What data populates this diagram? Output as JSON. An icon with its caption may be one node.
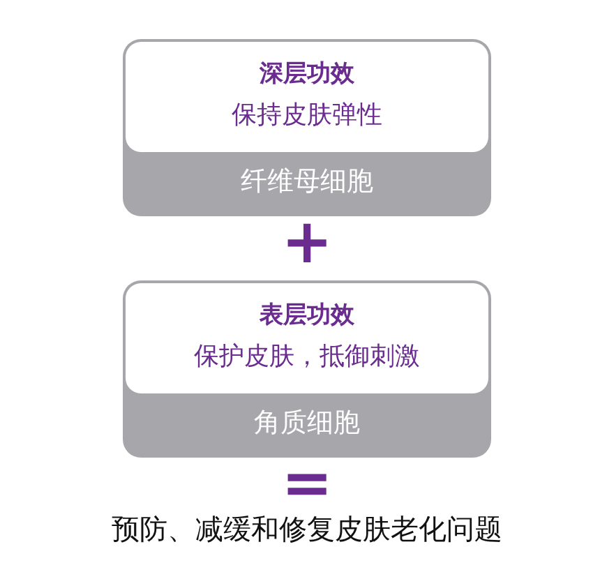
{
  "diagram": {
    "nodes": [
      {
        "text": [
          "纤维母细胞"
        ]
      },
      {
        "text": [
          "深层功效",
          "保持皮肤弹性"
        ],
        "in": 0
      },
      {
        "text": [
          "角质细胞"
        ]
      },
      {
        "text": [
          "表层功效",
          "保护皮肤，抵御刺激"
        ],
        "in": 2
      }
    ],
    "labels": [
      "+",
      "=",
      "预防、减缓和修复皮肤老化问题"
    ]
  }
}
